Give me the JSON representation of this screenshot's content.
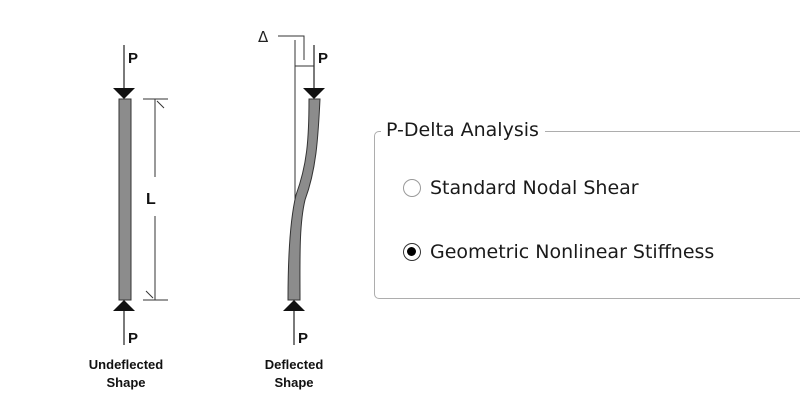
{
  "diagram": {
    "load_label": "P",
    "length_label": "L",
    "delta_label": "Δ",
    "undeflected": {
      "line1": "Undeflected",
      "line2": "Shape"
    },
    "deflected": {
      "line1": "Deflected",
      "line2": "Shape"
    }
  },
  "pdelta": {
    "title": "P-Delta Analysis",
    "options": [
      {
        "label": "Standard Nodal Shear",
        "selected": false
      },
      {
        "label": "Geometric Nonlinear Stiffness",
        "selected": true
      }
    ]
  }
}
